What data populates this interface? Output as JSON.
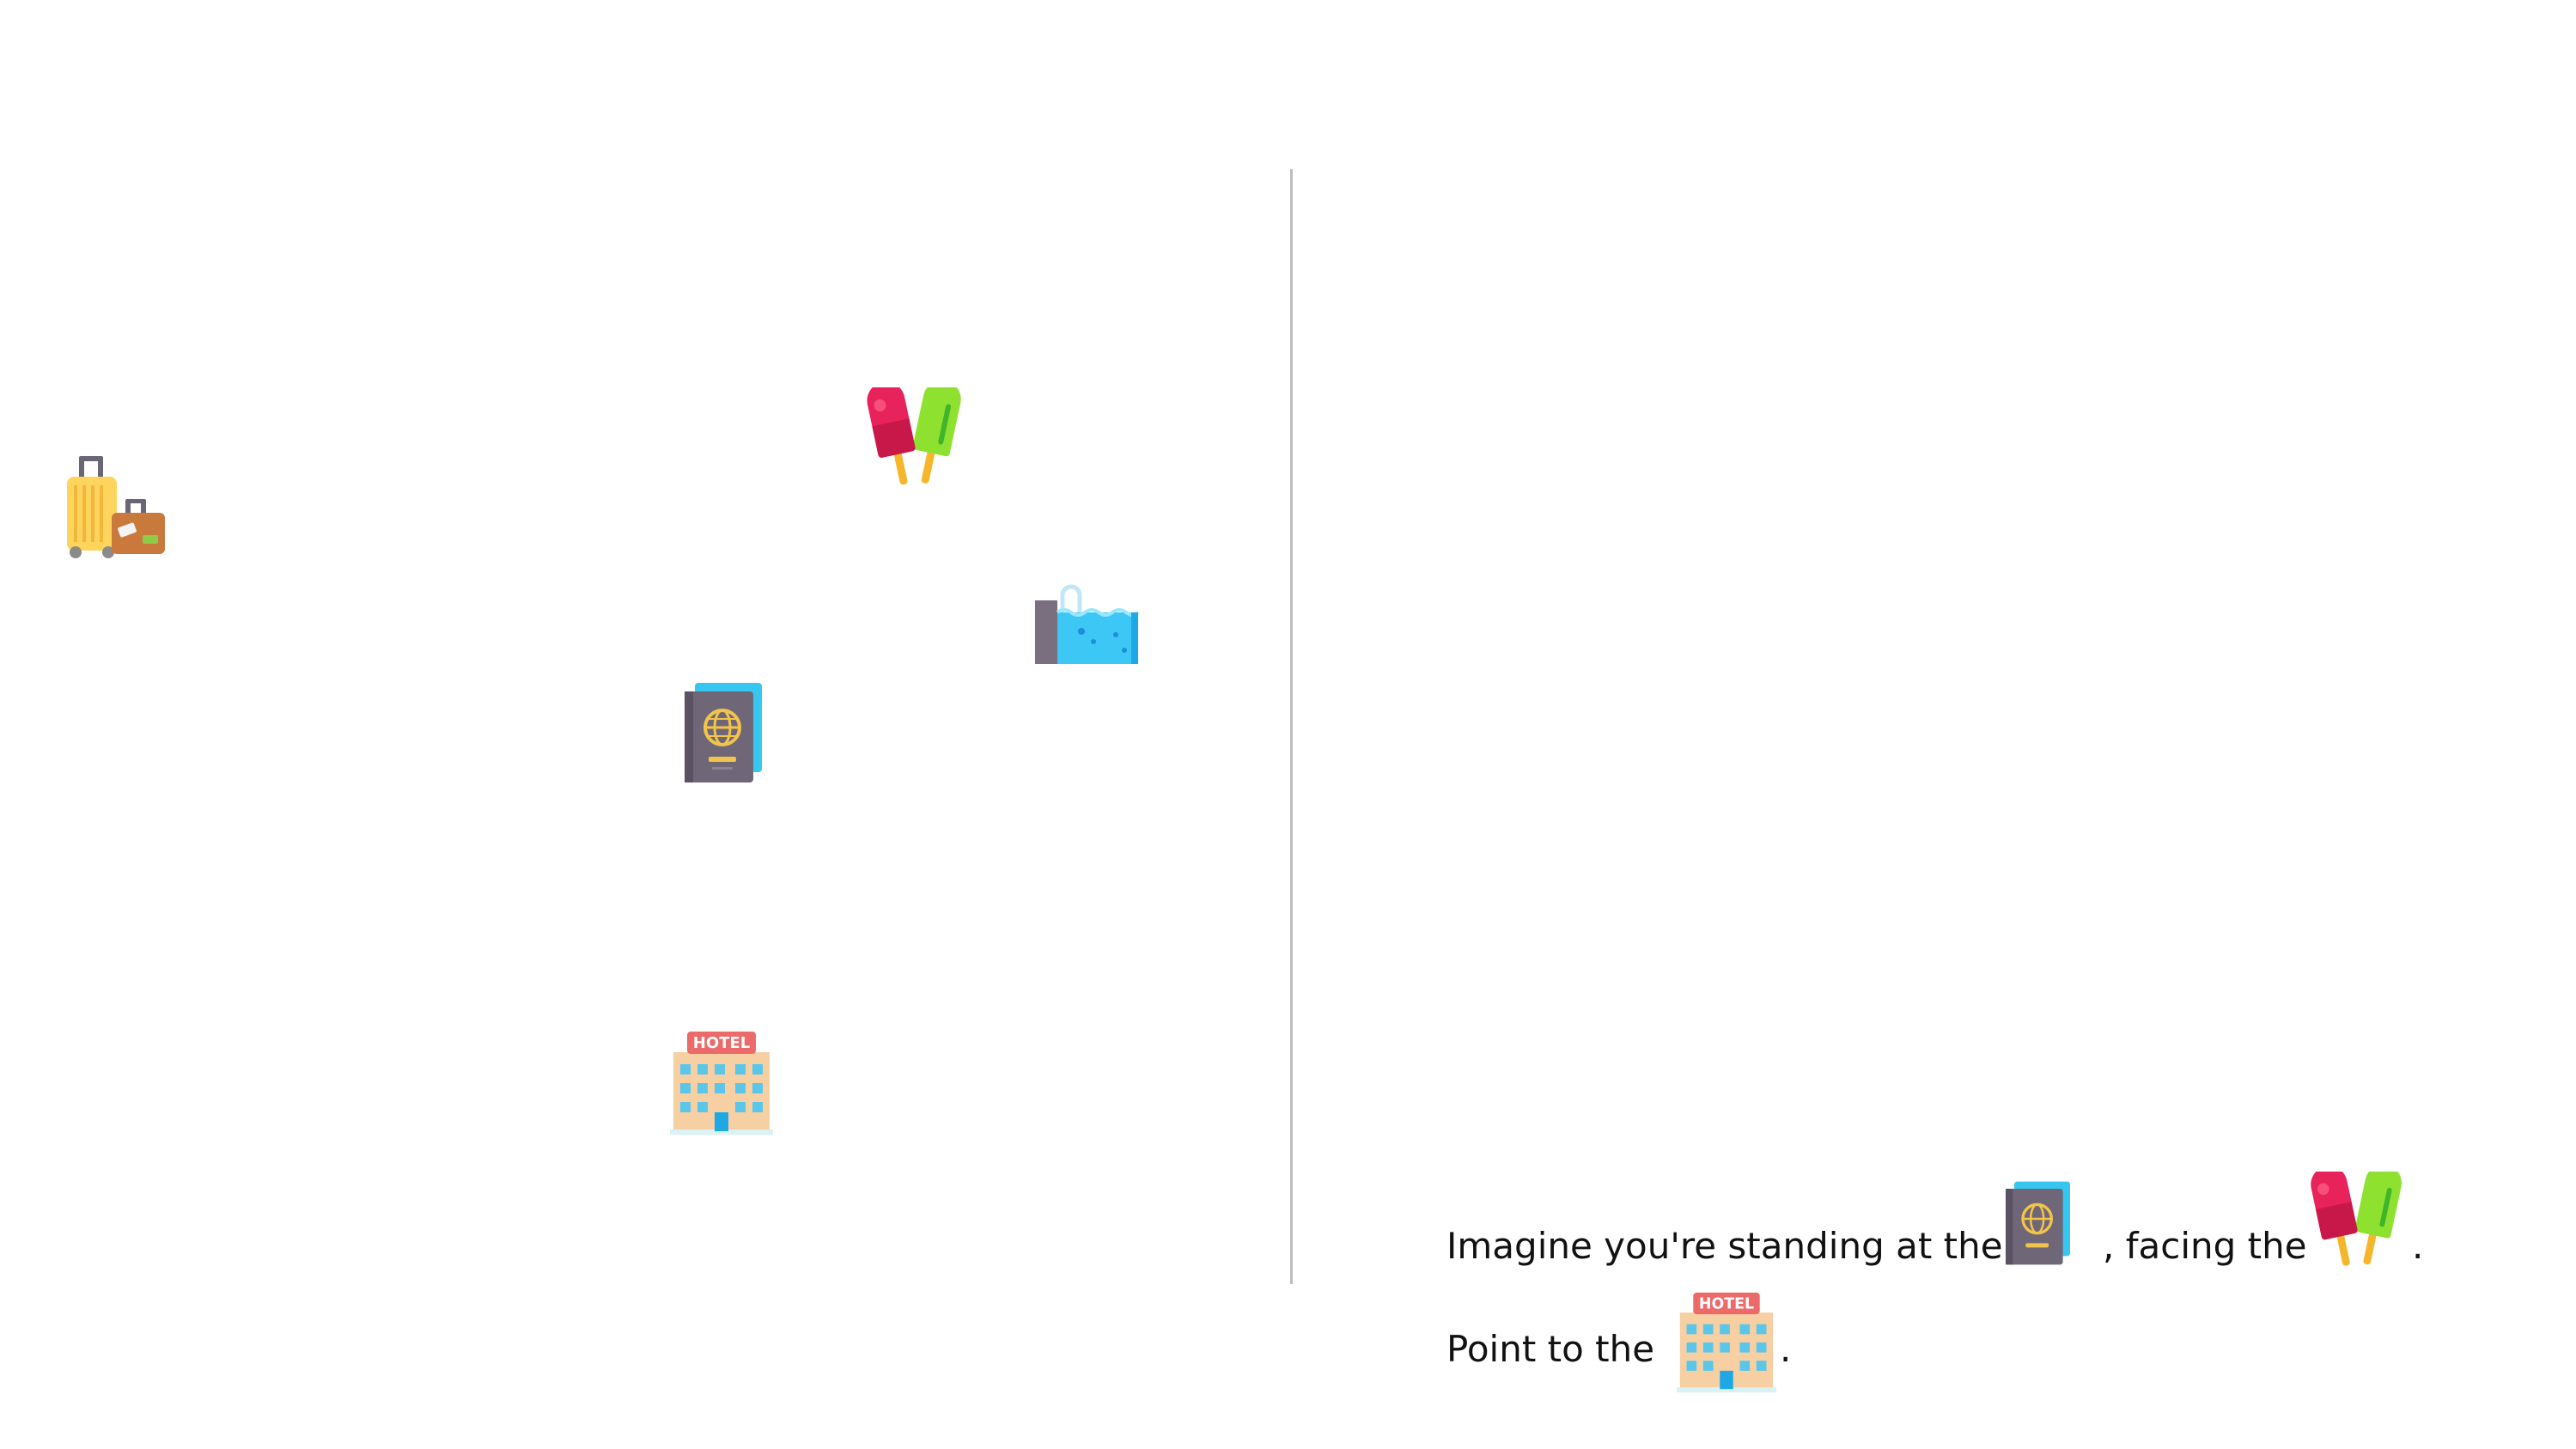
{
  "scene": {
    "items": [
      {
        "icon": "luggage-icon"
      },
      {
        "icon": "popsicle-icon"
      },
      {
        "icon": "swimming-pool-icon"
      },
      {
        "icon": "passport-icon"
      },
      {
        "icon": "hotel-icon"
      }
    ]
  },
  "instruction": {
    "line1_prefix": "Imagine you're standing at the",
    "line1_middle": ", facing the",
    "line1_suffix": ".",
    "line2_prefix": "Point to the",
    "line2_suffix": ".",
    "standing_icon": "passport-icon",
    "facing_icon": "popsicle-icon",
    "target_icon": "hotel-icon"
  }
}
